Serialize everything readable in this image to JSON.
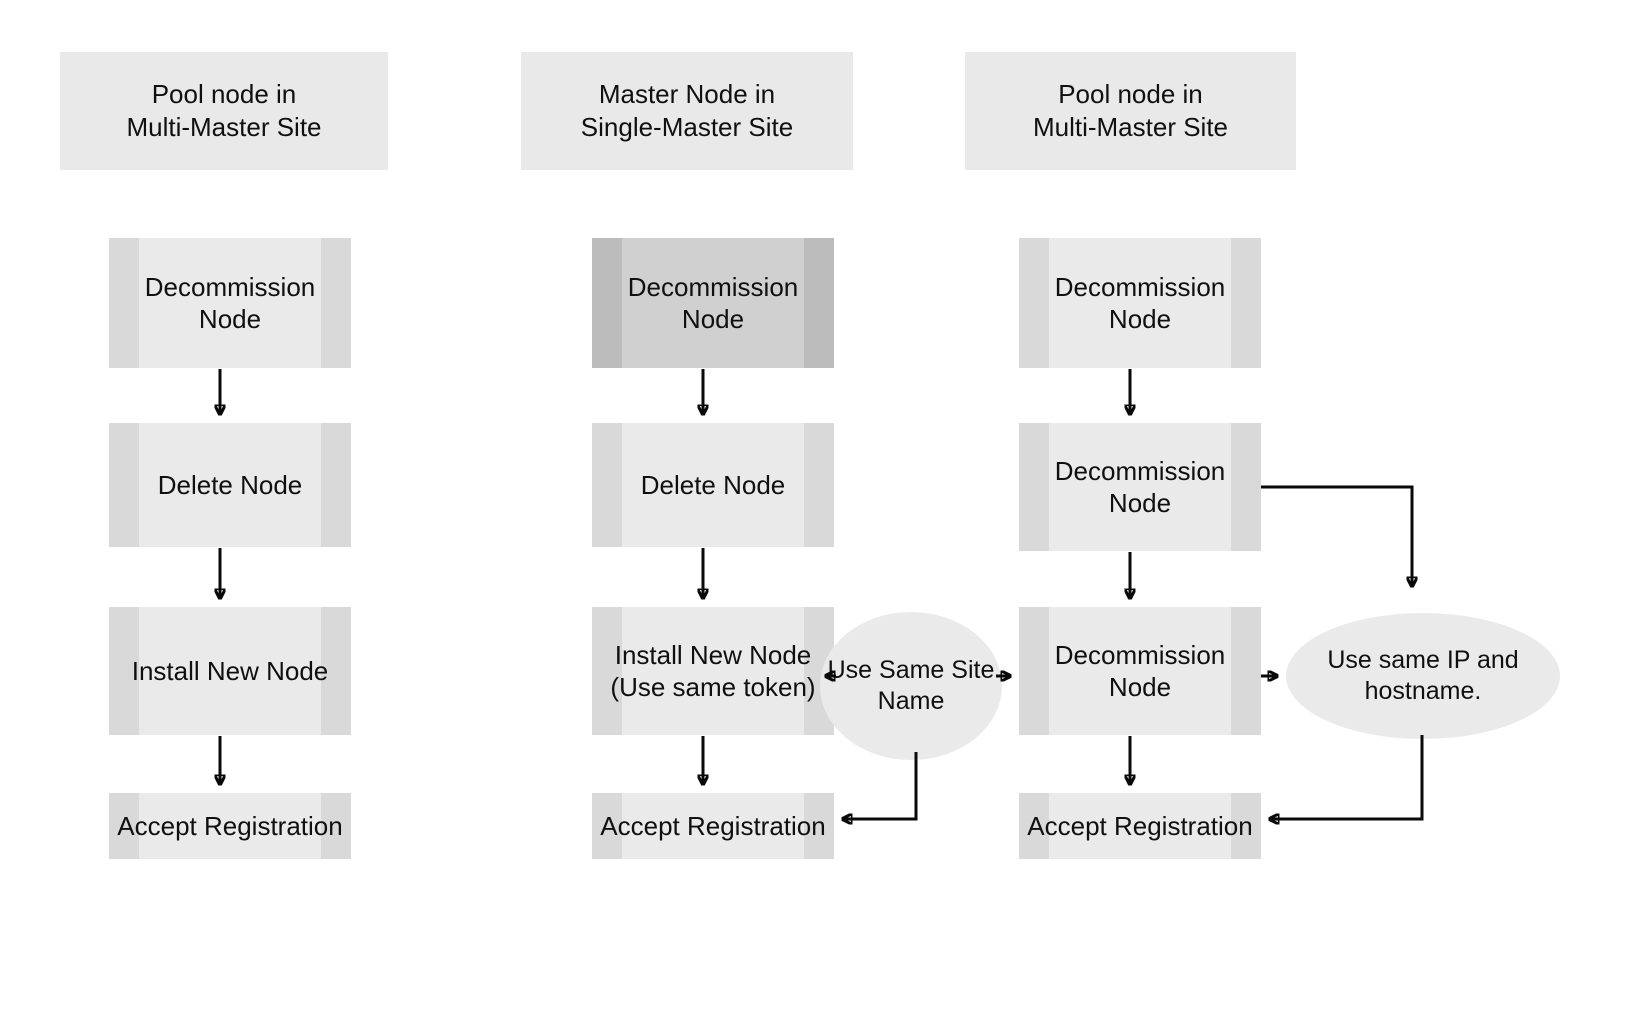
{
  "diagram": {
    "title": "Node replacement procedures by site type",
    "palette": {
      "box_fill": "#eaeaea",
      "box_band": "#d9d9d9",
      "box_fill_dark": "#d0d0d0",
      "box_band_dark": "#bcbcbc",
      "header_fill": "#e9e9e9",
      "ellipse_fill": "#eaeaea",
      "connector": "#0a0a0a",
      "text": "#101010",
      "background": "#ffffff"
    },
    "columns": [
      {
        "id": "col-1",
        "header": "Pool node in\nMulti-Master Site",
        "steps": [
          {
            "id": "c1-s1",
            "label": "Decommission\nNode",
            "emphasis": "normal"
          },
          {
            "id": "c1-s2",
            "label": "Delete Node",
            "emphasis": "normal"
          },
          {
            "id": "c1-s3",
            "label": "Install New Node",
            "emphasis": "normal"
          },
          {
            "id": "c1-s4",
            "label": "Accept Registration",
            "emphasis": "normal"
          }
        ]
      },
      {
        "id": "col-2",
        "header": "Master Node in\nSingle-Master Site",
        "steps": [
          {
            "id": "c2-s1",
            "label": "Decommission\nNode",
            "emphasis": "dark"
          },
          {
            "id": "c2-s2",
            "label": "Delete Node",
            "emphasis": "normal"
          },
          {
            "id": "c2-s3",
            "label": "Install New Node\n(Use same token)",
            "emphasis": "normal"
          },
          {
            "id": "c2-s4",
            "label": "Accept Registration",
            "emphasis": "normal"
          }
        ]
      },
      {
        "id": "col-3",
        "header": "Pool node in\nMulti-Master Site",
        "steps": [
          {
            "id": "c3-s1",
            "label": "Decommission\nNode",
            "emphasis": "normal"
          },
          {
            "id": "c3-s2",
            "label": "Decommission\nNode",
            "emphasis": "normal"
          },
          {
            "id": "c3-s3",
            "label": "Decommission\nNode",
            "emphasis": "normal"
          },
          {
            "id": "c3-s4",
            "label": "Accept Registration",
            "emphasis": "normal"
          }
        ]
      }
    ],
    "annotations": [
      {
        "id": "note-site-name",
        "label": "Use Same Site\nName"
      },
      {
        "id": "note-ip-hostname",
        "label": "Use same IP and\nhostname."
      }
    ]
  }
}
